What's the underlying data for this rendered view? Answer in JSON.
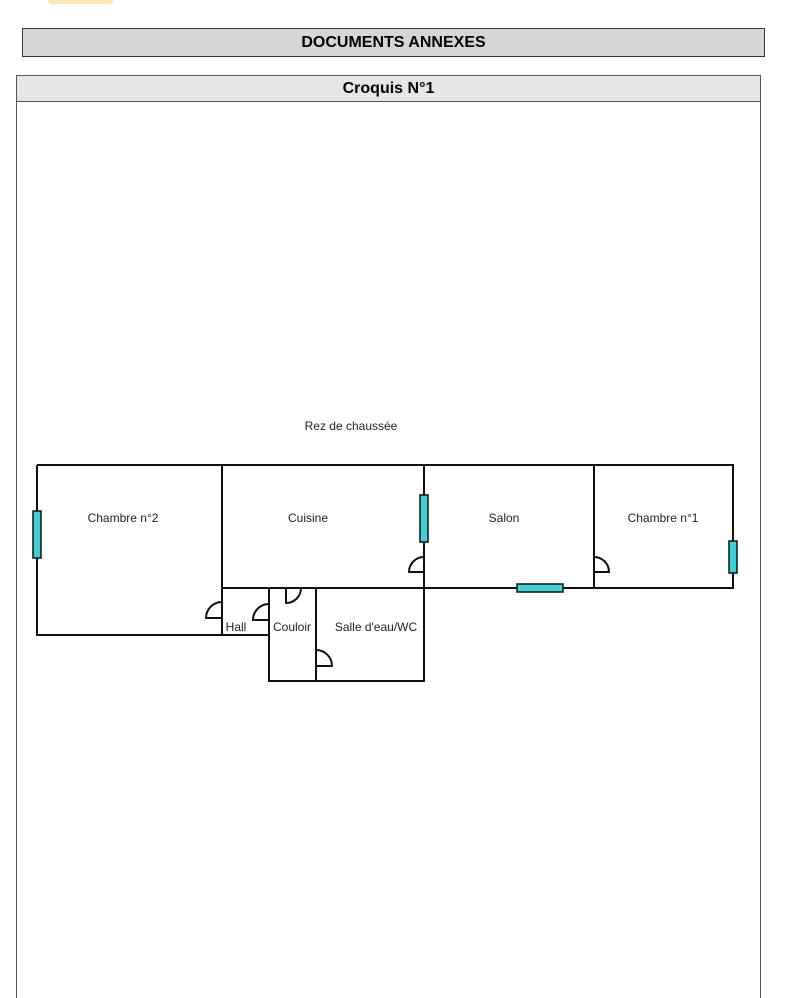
{
  "header": {
    "title": "DOCUMENTS ANNEXES"
  },
  "sketch": {
    "title": "Croquis N°1",
    "level_label": "Rez de chaussée",
    "rooms": {
      "chambre2": "Chambre n°2",
      "cuisine": "Cuisine",
      "salon": "Salon",
      "chambre1": "Chambre n°1",
      "hall": "Hall",
      "couloir": "Couloir",
      "salle_eau": "Salle d'eau/WC"
    }
  },
  "colors": {
    "window": "#3fd0d8",
    "wall": "#111111"
  }
}
